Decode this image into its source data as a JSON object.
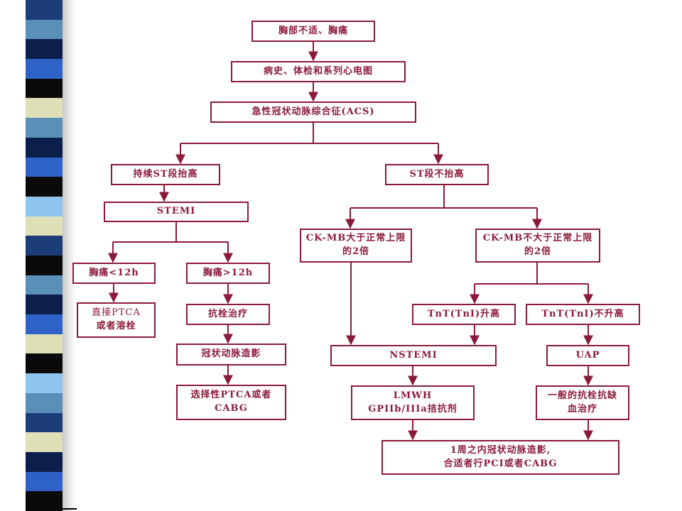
{
  "sidebar": {
    "stripe_colors": [
      "#1d3d78",
      "#5a8fb8",
      "#0b1f4a",
      "#2f62c8",
      "#0a0a0a",
      "#e0e0b8",
      "#5a8fb8",
      "#0b1f4a",
      "#2f62c8",
      "#0a0a0a",
      "#8ec4f0",
      "#e0e0b8",
      "#1d3d78",
      "#0a0a0a",
      "#5a8fb8",
      "#0b1f4a",
      "#2f62c8",
      "#e0e0b8",
      "#0a0a0a",
      "#8ec4f0",
      "#5a8fb8",
      "#1d3d78",
      "#e0e0b8",
      "#0b1f4a",
      "#2f62c8",
      "#0a0a0a"
    ]
  },
  "colors": {
    "border": "#8b1a3a",
    "text": "#8b1a3a",
    "arrow": "#8b1a3a"
  },
  "nodes": {
    "chest_pain": {
      "lines": [
        "胸部不适、胸痛"
      ]
    },
    "history_ecg": {
      "lines": [
        "病史、体检和系列心电图"
      ]
    },
    "acs": {
      "lines": [
        "急性冠状动脉综合征(ACS)"
      ]
    },
    "st_elevation": {
      "lines": [
        "持续ST段抬高"
      ]
    },
    "no_st_elevation": {
      "lines": [
        "ST段不抬高"
      ]
    },
    "stemi": {
      "lines": [
        "STEMI"
      ]
    },
    "ckmb_high": {
      "lines": [
        "CK-MB大于正常上限",
        "的2倍"
      ]
    },
    "ckmb_normal": {
      "lines": [
        "CK-MB不大于正常上限",
        "的2倍"
      ]
    },
    "pain_lt_12h": {
      "lines": [
        "胸痛<12h"
      ]
    },
    "pain_gt_12h": {
      "lines": [
        "胸痛>12h"
      ]
    },
    "direct_ptca": {
      "lines": [
        "直接PTCA",
        "或者溶栓"
      ]
    },
    "antithrombotic": {
      "lines": [
        "抗栓治疗"
      ]
    },
    "tnt_up": {
      "lines": [
        "TnT(TnI)升高"
      ]
    },
    "tnt_not_up": {
      "lines": [
        "TnT(TnI)不升高"
      ]
    },
    "angiography": {
      "lines": [
        "冠状动脉造影"
      ]
    },
    "nstemi": {
      "lines": [
        "NSTEMI"
      ]
    },
    "uap": {
      "lines": [
        "UAP"
      ]
    },
    "selective_ptca": {
      "lines": [
        "选择性PTCA或者",
        "CABG"
      ]
    },
    "lmwh": {
      "lines": [
        "LMWH",
        "GPIIb/IIIa拮抗剂"
      ]
    },
    "general_treatment": {
      "lines": [
        "一般的抗栓抗缺",
        "血治疗"
      ]
    },
    "one_week": {
      "lines": [
        "1周之内冠状动脉造影,",
        "合适者行PCI或者CABG"
      ]
    }
  }
}
